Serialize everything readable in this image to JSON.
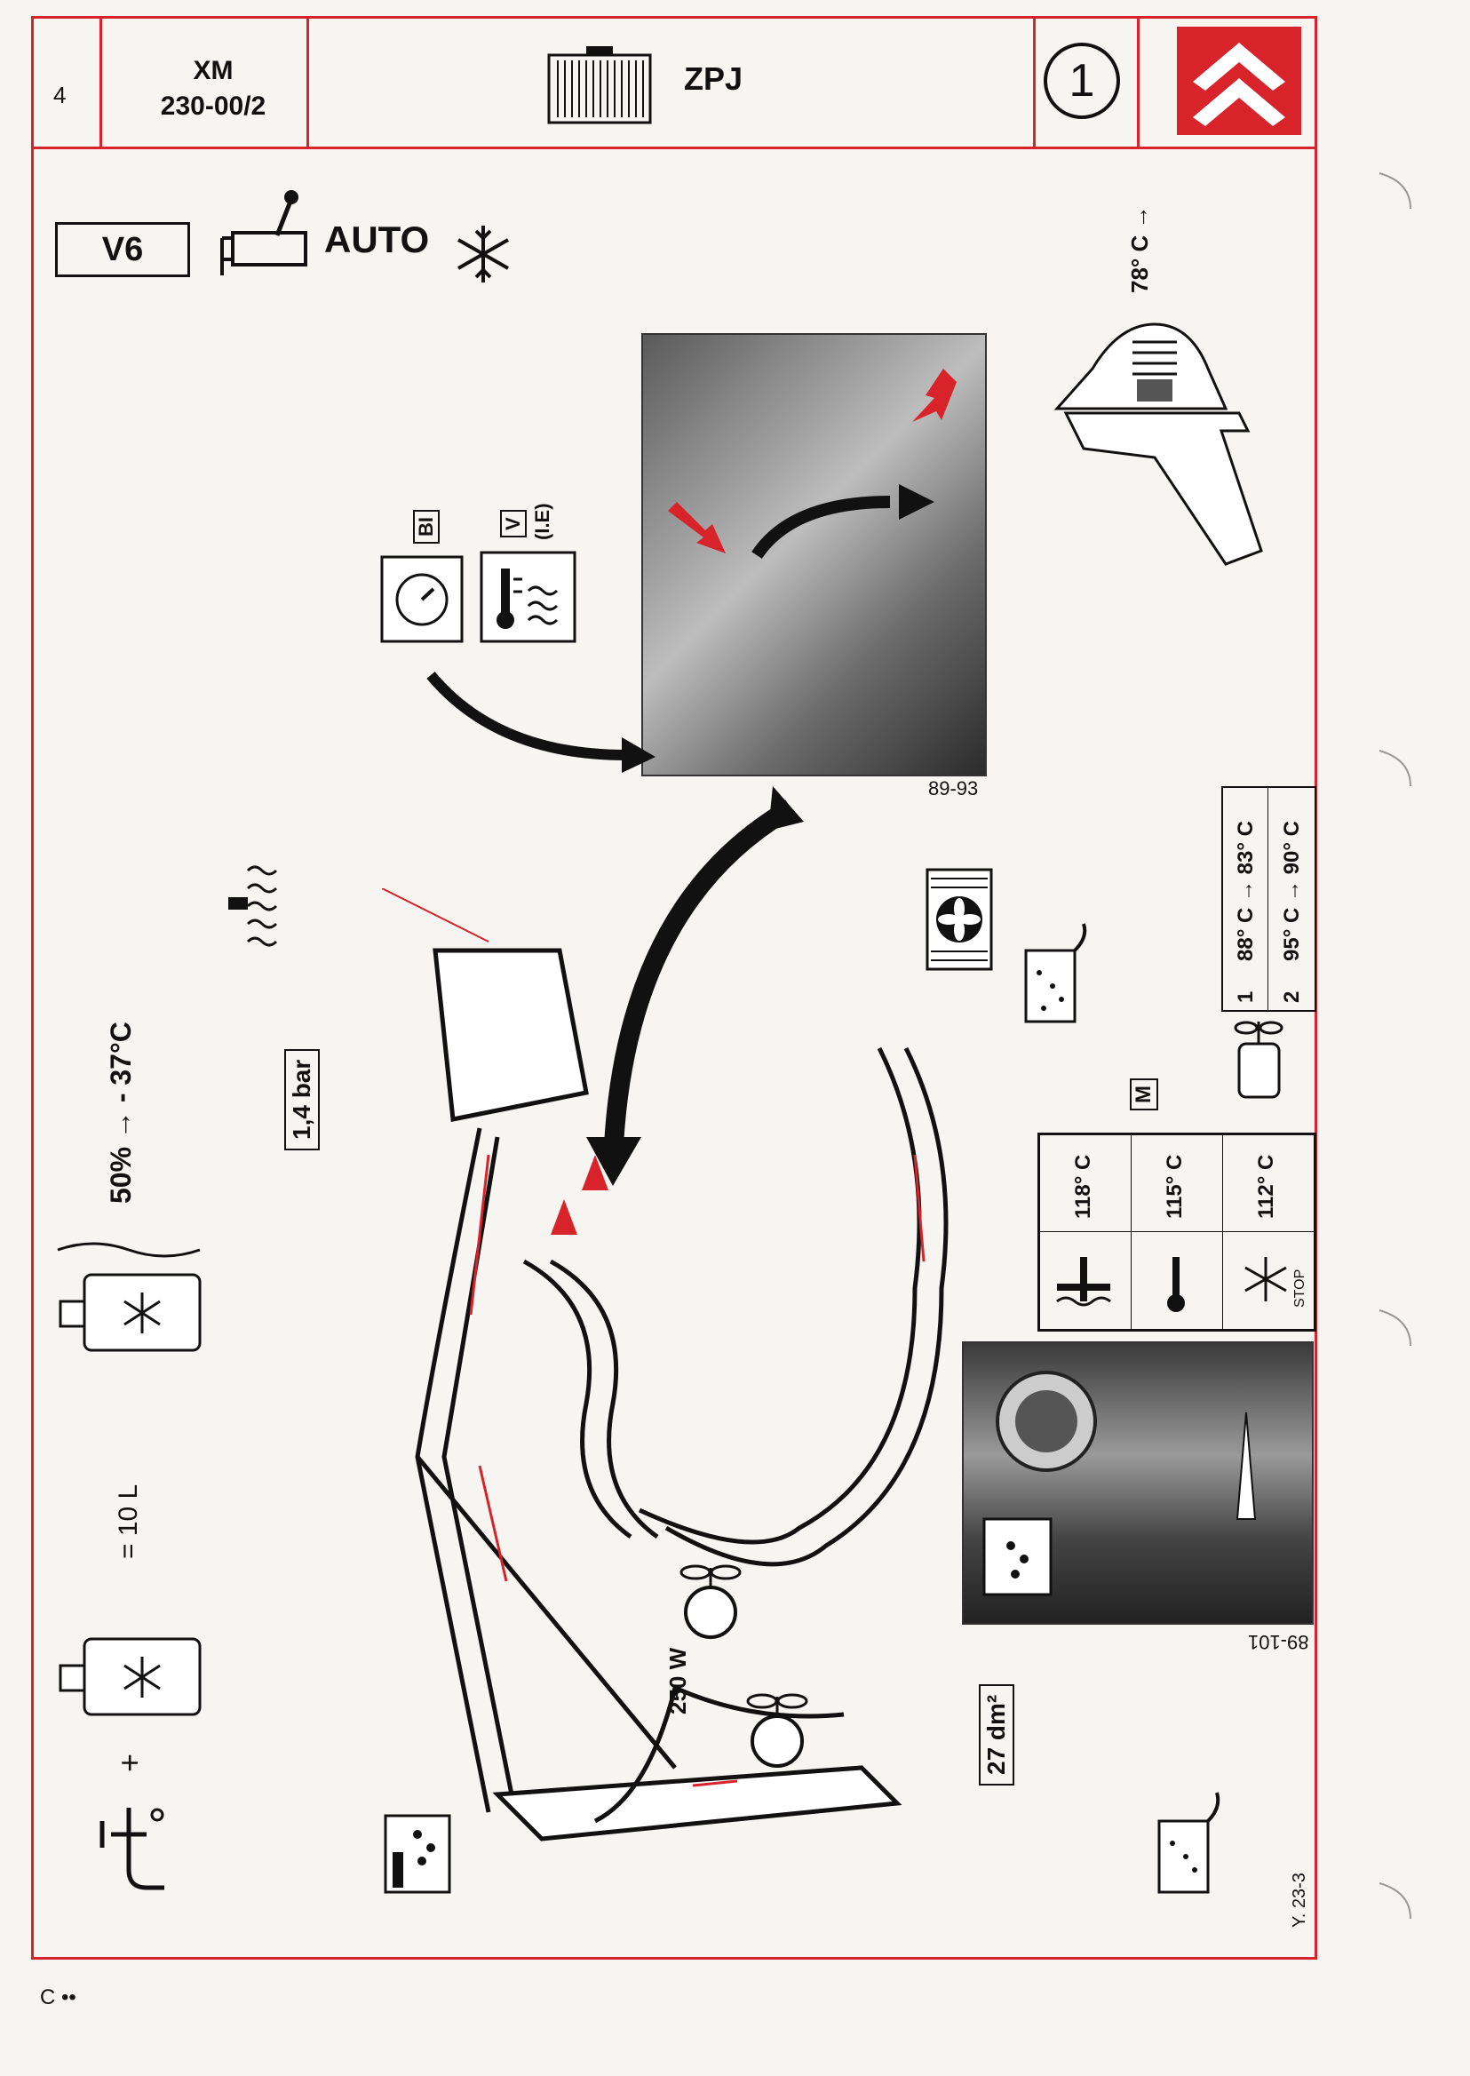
{
  "header": {
    "page_number": "4",
    "model_line1": "XM",
    "model_line2": "230-00/2",
    "section_code": "ZPJ",
    "circle_number": "1",
    "logo": "citroen-double-chevron-logo"
  },
  "top_labels": {
    "engine": "V6",
    "gearbox": "AUTO",
    "climate_icon": "air-conditioning-snowflake-icon"
  },
  "thermostat": {
    "temp_label": "78° C →"
  },
  "photo_top": {
    "caption": "89-93",
    "label_bi": "BI",
    "label_v": "V",
    "label_ie": "(I.E)"
  },
  "left_column": {
    "mix_ratio": "50% → - 37°C",
    "volume": "= 10 L",
    "plus": "+"
  },
  "pressure": "1,4 bar",
  "fan_speeds": {
    "row1_num": "1",
    "row1_temp": "88° C → 83° C",
    "row2_num": "2",
    "row2_temp": "95° C → 90° C"
  },
  "alerts": {
    "m_label": "M",
    "temp1": "118° C",
    "temp2": "115° C",
    "temp3": "112° C",
    "stop": "STOP"
  },
  "photo_bottom": {
    "caption": "89-101"
  },
  "fan_power": "250 W",
  "radiator_area": "27 dm²",
  "figure_ref": "Y. 23-3",
  "footer_mark": "C ••"
}
